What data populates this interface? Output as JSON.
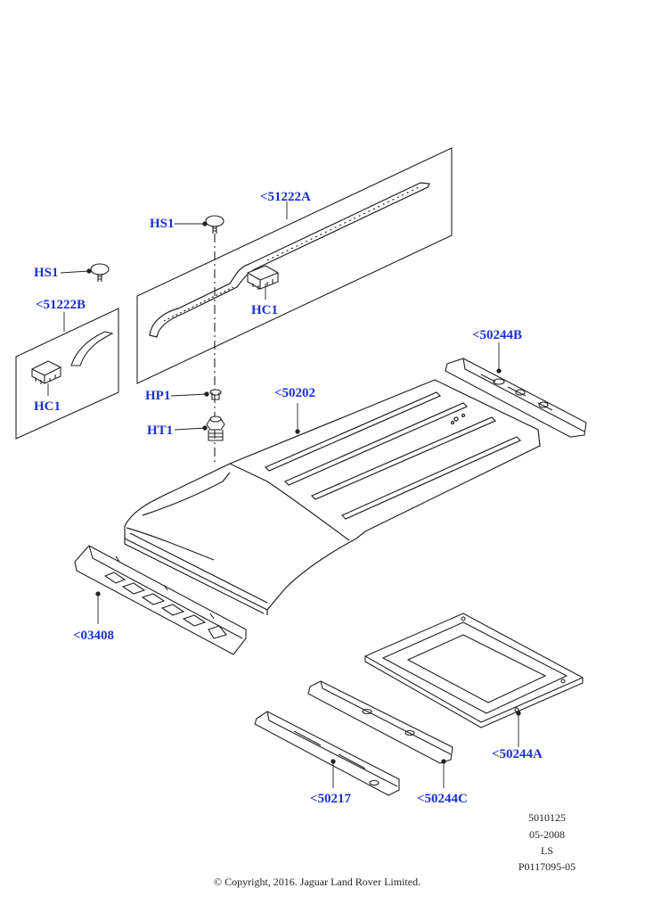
{
  "callouts": {
    "c51222a": "<51222A",
    "hs1_top": "HS1",
    "hs1_left": "HS1",
    "c51222b": "<51222B",
    "hc1_top": "HC1",
    "hc1_left": "HC1",
    "hp1": "HP1",
    "ht1": "HT1",
    "c50202": "<50202",
    "c50244b": "<50244B",
    "c03408": "<03408",
    "c50244a": "<50244A",
    "c50217": "<50217",
    "c50244c": "<50244C"
  },
  "meta": {
    "line1": "5010125",
    "line2": "05-2008",
    "line3": "LS",
    "line4": "P0117095-05"
  },
  "copyright": "© Copyright, 2016. Jaguar Land Rover Limited.",
  "colors": {
    "callout": "#1a2fd6",
    "line": "#222222"
  }
}
